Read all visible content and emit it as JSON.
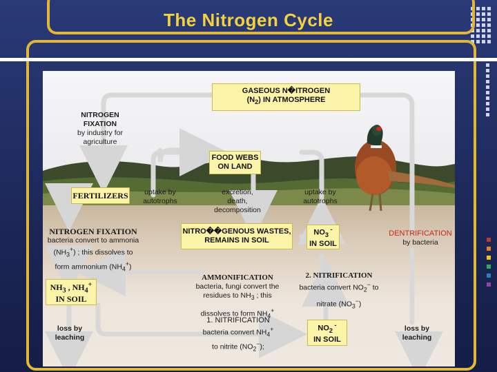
{
  "title": "The Nitrogen Cycle",
  "nodes": {
    "gaseous": {
      "line1": "GASEOUS N�ITROGEN",
      "line2_pre": "(N",
      "line2_sub": "2",
      "line2_post": ") IN ATMOSPHERE"
    },
    "food_webs": {
      "line1": "FOOD WEBS",
      "line2": "ON LAND"
    },
    "fertilizers": "FERTILIZERS",
    "nitrogenous": {
      "line1": "NITRO��GENOUS WASTES,",
      "line2": "REMAINS IN SOIL"
    },
    "no3": {
      "pre": "NO",
      "sub": "3",
      "sup": " -",
      "line2": "IN SOIL"
    },
    "nh3": {
      "pre1": "NH",
      "sub1": "3",
      "mid": " , NH",
      "sub2": "4",
      "sup2": "+",
      "line2": "IN SOIL"
    },
    "no2": {
      "pre": "NO",
      "sub": "2",
      "sup": " -",
      "line2": "IN SOIL"
    }
  },
  "labels": {
    "nitrogen_fixation_top": {
      "line1": "NITROGEN",
      "line2": "FIXATION",
      "sub1": "by industry for",
      "sub2": "agriculture"
    },
    "uptake_left": {
      "line1": "uptake by",
      "line2": "autotrophs"
    },
    "excretion": {
      "line1": "excretion,",
      "line2": "death,",
      "line3": "decomposition"
    },
    "uptake_right": {
      "line1": "uptake by",
      "line2": "autotrophs"
    },
    "nitrogen_fixation_mid": {
      "title": "NITROGEN FIXATION",
      "line1": "bacteria convert to ammonia",
      "line2_pre": "(NH",
      "line2_sub": "3",
      "line2_sup": "+",
      "line2_post": ") ; this dissolves to",
      "line3_pre": "form ammonium (NH",
      "line3_sub": "4",
      "line3_sup": "+",
      "line3_post": ")"
    },
    "denitrification": {
      "title": "DENTRIFICATION",
      "line1": "by bacteria"
    },
    "ammonification": {
      "title": "AMMONIFICATION",
      "line1": "bacteria, fungi convert the",
      "line2_pre": "residues to NH",
      "line2_sub": "3",
      "line2_post": " ; this",
      "line3_pre": "dissolves to form NH",
      "line3_sub": "4",
      "line3_sup": "+"
    },
    "nitrification_2": {
      "title": "2. NITRIFICATION",
      "line1_pre": "bacteria convert NO",
      "line1_sub": "2",
      "line1_sup": "−",
      "line1_post": " to",
      "line2_pre": "nitrate (NO",
      "line2_sub": "3",
      "line2_sup": "−",
      "line2_post": ")"
    },
    "nitrification_1": {
      "title": "1. NITRIFICATION",
      "line1_pre": "bacteria convert NH",
      "line1_sub": "4",
      "line1_sup": "+",
      "line2_pre": "to nitrite (NO",
      "line2_sub": "2",
      "line2_sup": "−",
      "line2_post": ");"
    },
    "leaching_left": {
      "line1": "loss by",
      "line2": "leaching"
    },
    "leaching_right": {
      "line1": "loss by",
      "line2": "leaching"
    }
  },
  "colors": {
    "box_fill": "#fbf4a8",
    "arrow": "#d8d8d8",
    "title": "#f3d23c",
    "frame": "#e0b836",
    "denitrification": "#c42a1c"
  }
}
